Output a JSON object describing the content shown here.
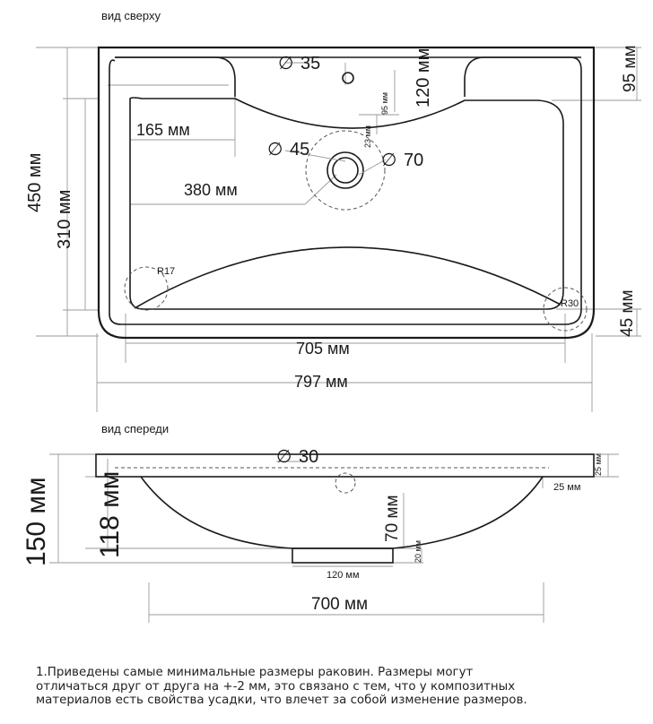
{
  "views": {
    "top_title": "вид сверху",
    "front_title": "вид спереди"
  },
  "top_dims": {
    "hole_diameter": "35",
    "depth_150": "120 мм",
    "right_95": "95 мм",
    "small_95": "95 мм",
    "small_23": "23 мм",
    "width_165": "165 мм",
    "drain_45": "45",
    "drain_70": "70",
    "len_380": "380 мм",
    "outer_450": "450 мм",
    "inner_310": "310 мм",
    "r17": "R17",
    "r30": "R30",
    "right_45": "45 мм",
    "bowl_705": "705 мм",
    "total_797": "797 мм"
  },
  "front_dims": {
    "hole_30": "30",
    "rim_25_right": "25 мм",
    "rim_25_inner": "25 мм",
    "height_150": "150 мм",
    "height_118": "118 мм",
    "bowl_70": "70 мм",
    "drain_20": "20 мм",
    "drain_120": "120 мм",
    "width_700": "700 мм"
  },
  "diameter_symbol": "∅",
  "footnote": "1.Приведены самые минимальные размеры раковин. Размеры могут\nотличаться друг от друга на +-2 мм, это связано с тем, что у композитных\nматериалов есть свойства усадки, что влечет за собой изменение размеров."
}
